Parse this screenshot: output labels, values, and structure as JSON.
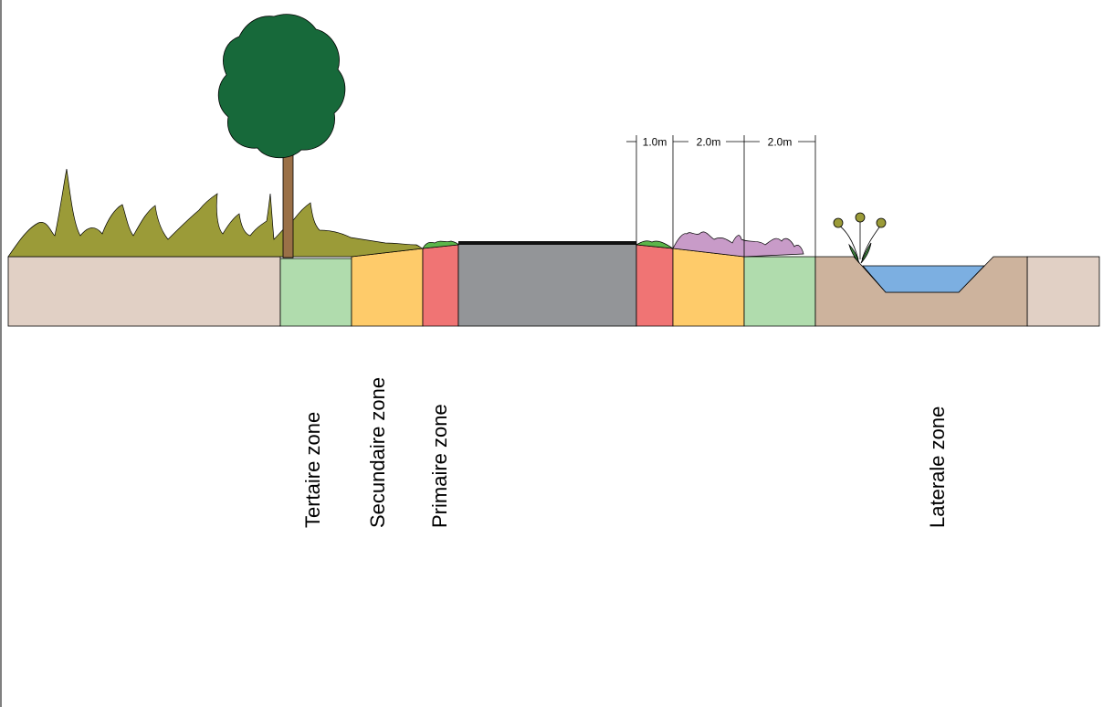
{
  "zones": {
    "tertiary": "Tertaire zone",
    "secondary": "Secundaire zone",
    "primary": "Primaire zone",
    "lateral": "Laterale zone"
  },
  "dimensions": [
    "1.0m",
    "2.0m",
    "2.0m"
  ],
  "colors": {
    "ground": "#e1d0c5",
    "tertiary_zone": "#b0dcad",
    "secondary_zone": "#fecb6a",
    "primary_zone": "#f07474",
    "road": "#939598",
    "ditch_soil": "#cdb39d",
    "water": "#7cafe1",
    "grass_tall": "#9b9b38",
    "grass_short": "#5cb54a",
    "flower_strip": "#c89bc8",
    "tree_crown": "#17693a",
    "tree_trunk": "#9a7047"
  }
}
